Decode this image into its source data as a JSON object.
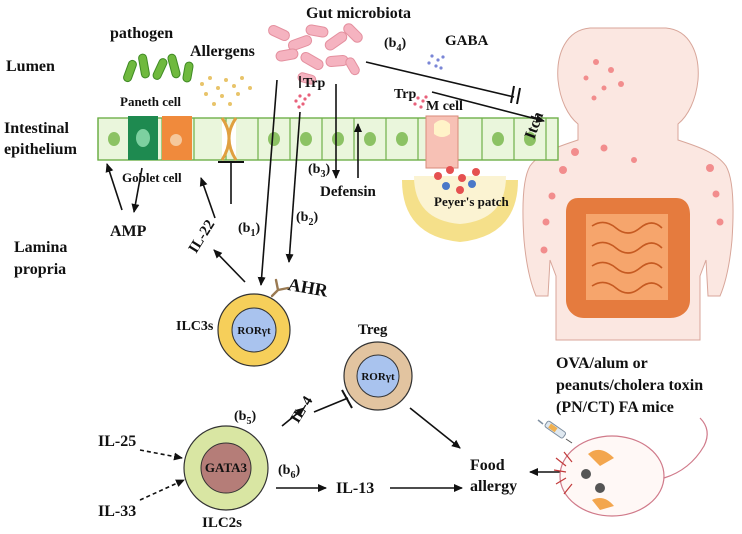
{
  "regions": {
    "lumen": "Lumen",
    "epithelium_line1": "Intestinal",
    "epithelium_line2": "epithelium",
    "lamina_line1": "Lamina",
    "lamina_line2": "propria"
  },
  "labels": {
    "pathogen": "pathogen",
    "allergens": "Allergens",
    "gut_microbiota": "Gut microbiota",
    "gaba": "GABA",
    "b4": "(b",
    "b4_sub": "4",
    "trp_top": "Trp",
    "trp_mcell": "Trp",
    "m_cell": "M cell",
    "itch": "Itch",
    "paneth_cell": "Paneth cell",
    "goblet_cell": "Goblet cell",
    "b3": "(b",
    "b3_sub": "3",
    "defensin": "Defensin",
    "peyers_patch": "Peyer's patch",
    "b2": "(b",
    "b2_sub": "2",
    "b1": "(b",
    "b1_sub": "1",
    "amp": "AMP",
    "il22": "IL-22",
    "ahr": "AHR",
    "ilc3s": "ILC3s",
    "rorgt_ilc3": "RORγt",
    "treg": "Treg",
    "rorgt_treg": "RORγt",
    "b5": "(b",
    "b5_sub": "5",
    "il4": "IL-4",
    "il25": "IL-25",
    "il33": "IL-33",
    "gata3": "GATA3",
    "b6": "(b",
    "b6_sub": "6",
    "il13": "IL-13",
    "ilc2s": "ILC2s",
    "food_allergy_1": "Food",
    "food_allergy_2": "allergy",
    "mice_1": "OVA/alum or",
    "mice_2": "peanuts/cholera toxin",
    "mice_3": "(PN/CT) FA mice"
  },
  "colors": {
    "epithelium_fill": "#eaf6dc",
    "epithelium_stroke": "#6fb04a",
    "nucleus": "#8cc264",
    "goblet": "#1e8a50",
    "paneth": "#f08a3c",
    "microbiota": "#f5b3c0",
    "pathogen": "#6fb93e",
    "ilc3_ring": "#f6cf5a",
    "rorgt": "#a9c3ee",
    "treg_ring": "#e2c4a0",
    "ilc2_ring": "#d9e6a3",
    "gata3": "#b57d78",
    "body_fill": "#fbe7e1",
    "spots": "#f28d8d",
    "intestine": "#f0965c",
    "peyers": "#f5e08a"
  }
}
